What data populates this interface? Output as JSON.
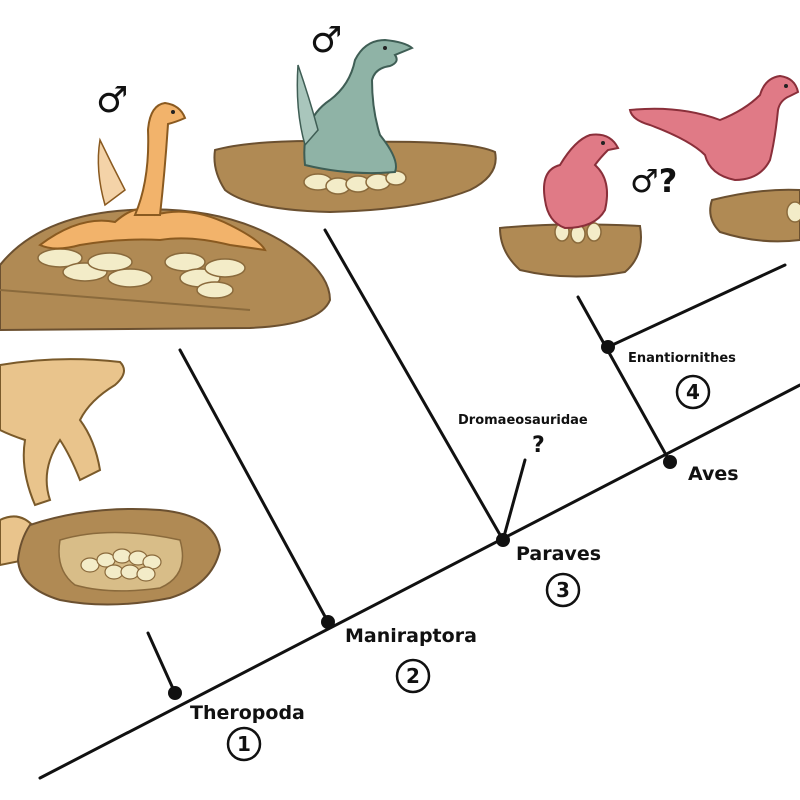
{
  "clades": {
    "theropoda": {
      "label": "Theropoda",
      "number": "1"
    },
    "maniraptora": {
      "label": "Maniraptora",
      "number": "2"
    },
    "paraves": {
      "label": "Paraves",
      "number": "3"
    },
    "aves": {
      "label": "Aves",
      "number": ""
    },
    "enantiornithes": {
      "label": "Enantiornithes",
      "number": "4"
    },
    "dromaeosauridae": {
      "label": "Dromaeosauridae",
      "mark": "?"
    }
  },
  "symbols": {
    "male_1": "♂",
    "male_2": "♂",
    "male_3": "♂?"
  },
  "colors": {
    "line": "#111111",
    "sediment": "#b08a54",
    "sediment_dark": "#8a6a3c",
    "egg": "#f3ecc8",
    "orange_dino": "#f2b36b",
    "green_dino": "#8fb3a6",
    "pink_dino": "#e07a86",
    "tan_dino": "#e9c48c"
  }
}
